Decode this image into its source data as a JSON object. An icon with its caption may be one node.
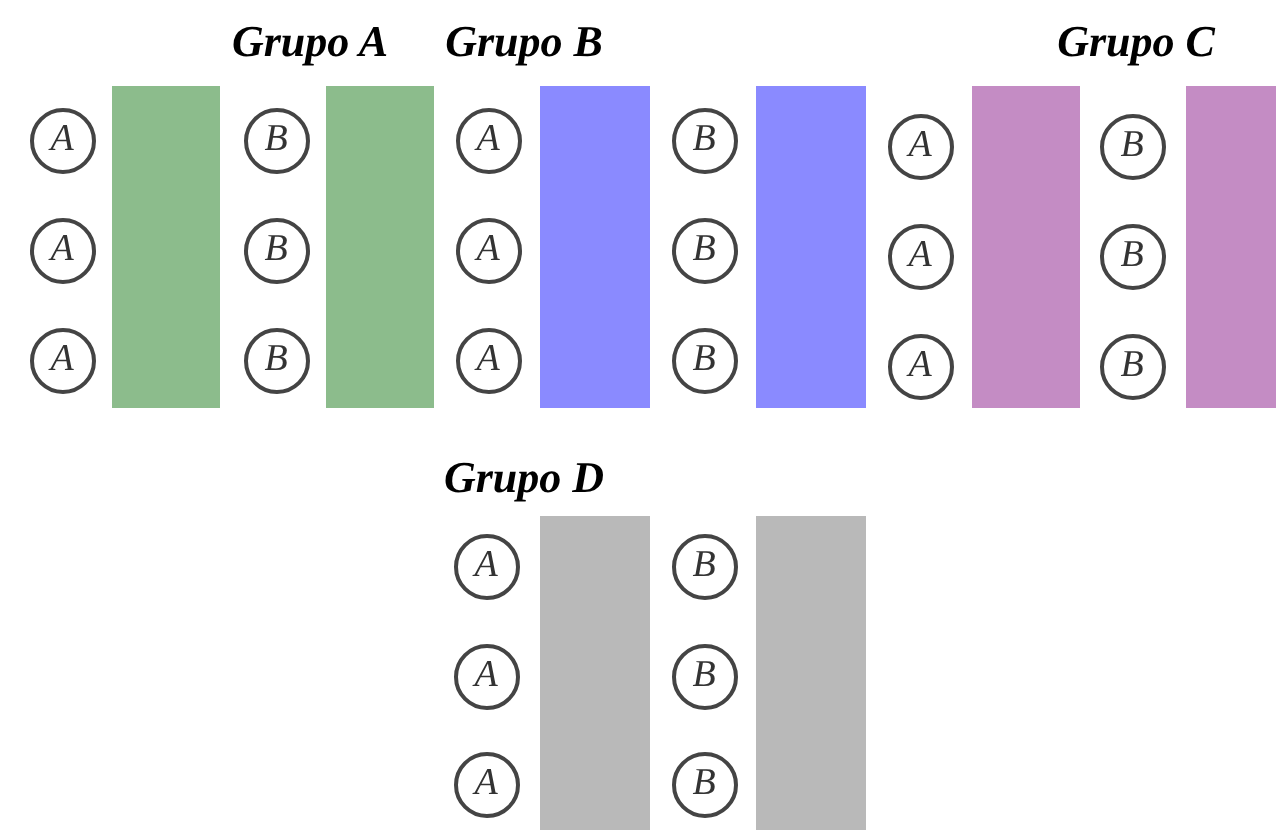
{
  "diagram": {
    "nodes": [
      {
        "text": [
          "A"
        ]
      },
      {
        "text": [
          "A"
        ]
      },
      {
        "text": [
          "A"
        ]
      },
      {
        "text": [],
        "shape": "bar"
      },
      {
        "text": [
          "B"
        ]
      },
      {
        "text": [
          "B"
        ]
      },
      {
        "text": [
          "B"
        ]
      },
      {
        "text": [],
        "shape": "bar"
      },
      {
        "text": [
          "A"
        ]
      },
      {
        "text": [
          "A"
        ]
      },
      {
        "text": [
          "A"
        ]
      },
      {
        "text": [],
        "shape": "bar"
      },
      {
        "text": [
          "B"
        ]
      },
      {
        "text": [
          "B"
        ]
      },
      {
        "text": [
          "B"
        ]
      },
      {
        "text": [],
        "shape": "bar"
      },
      {
        "text": [
          "A"
        ]
      },
      {
        "text": [
          "A"
        ]
      },
      {
        "text": [
          "A"
        ]
      },
      {
        "text": [],
        "shape": "bar"
      },
      {
        "text": [
          "B"
        ]
      },
      {
        "text": [
          "B"
        ]
      },
      {
        "text": [
          "B"
        ]
      },
      {
        "text": [],
        "shape": "bar"
      },
      {
        "text": [
          "A"
        ]
      },
      {
        "text": [
          "A"
        ]
      },
      {
        "text": [
          "A"
        ]
      },
      {
        "text": [],
        "shape": "bar"
      },
      {
        "text": [
          "B"
        ]
      },
      {
        "text": [
          "B"
        ]
      },
      {
        "text": [
          "B"
        ]
      },
      {
        "text": [],
        "shape": "bar"
      }
    ],
    "edges": [],
    "labels": [
      "Grupo A",
      "Grupo B",
      "Grupo C",
      "Grupo D"
    ]
  }
}
